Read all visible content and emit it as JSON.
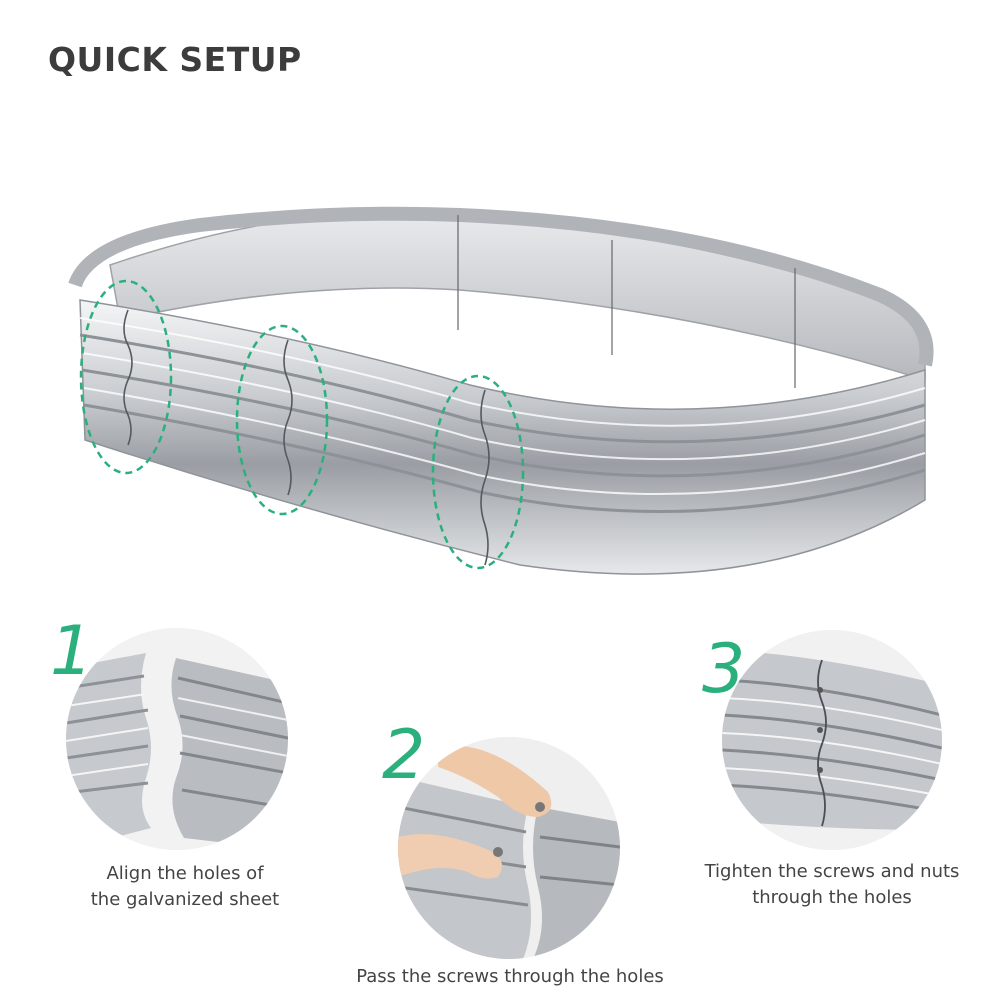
{
  "header": {
    "title": "QUICK SETUP"
  },
  "colors": {
    "accent": "#2bb07d",
    "title": "#3c3c3c",
    "text": "#444444",
    "metal": "#c8cbce"
  },
  "steps": [
    {
      "number": "1",
      "caption_line1": "Align the holes of",
      "caption_line2": "the galvanized sheet"
    },
    {
      "number": "2",
      "caption_line1": "Pass the screws through the holes",
      "caption_line2": ""
    },
    {
      "number": "3",
      "caption_line1": "Tighten the screws and nuts",
      "caption_line2": "through the holes"
    }
  ]
}
